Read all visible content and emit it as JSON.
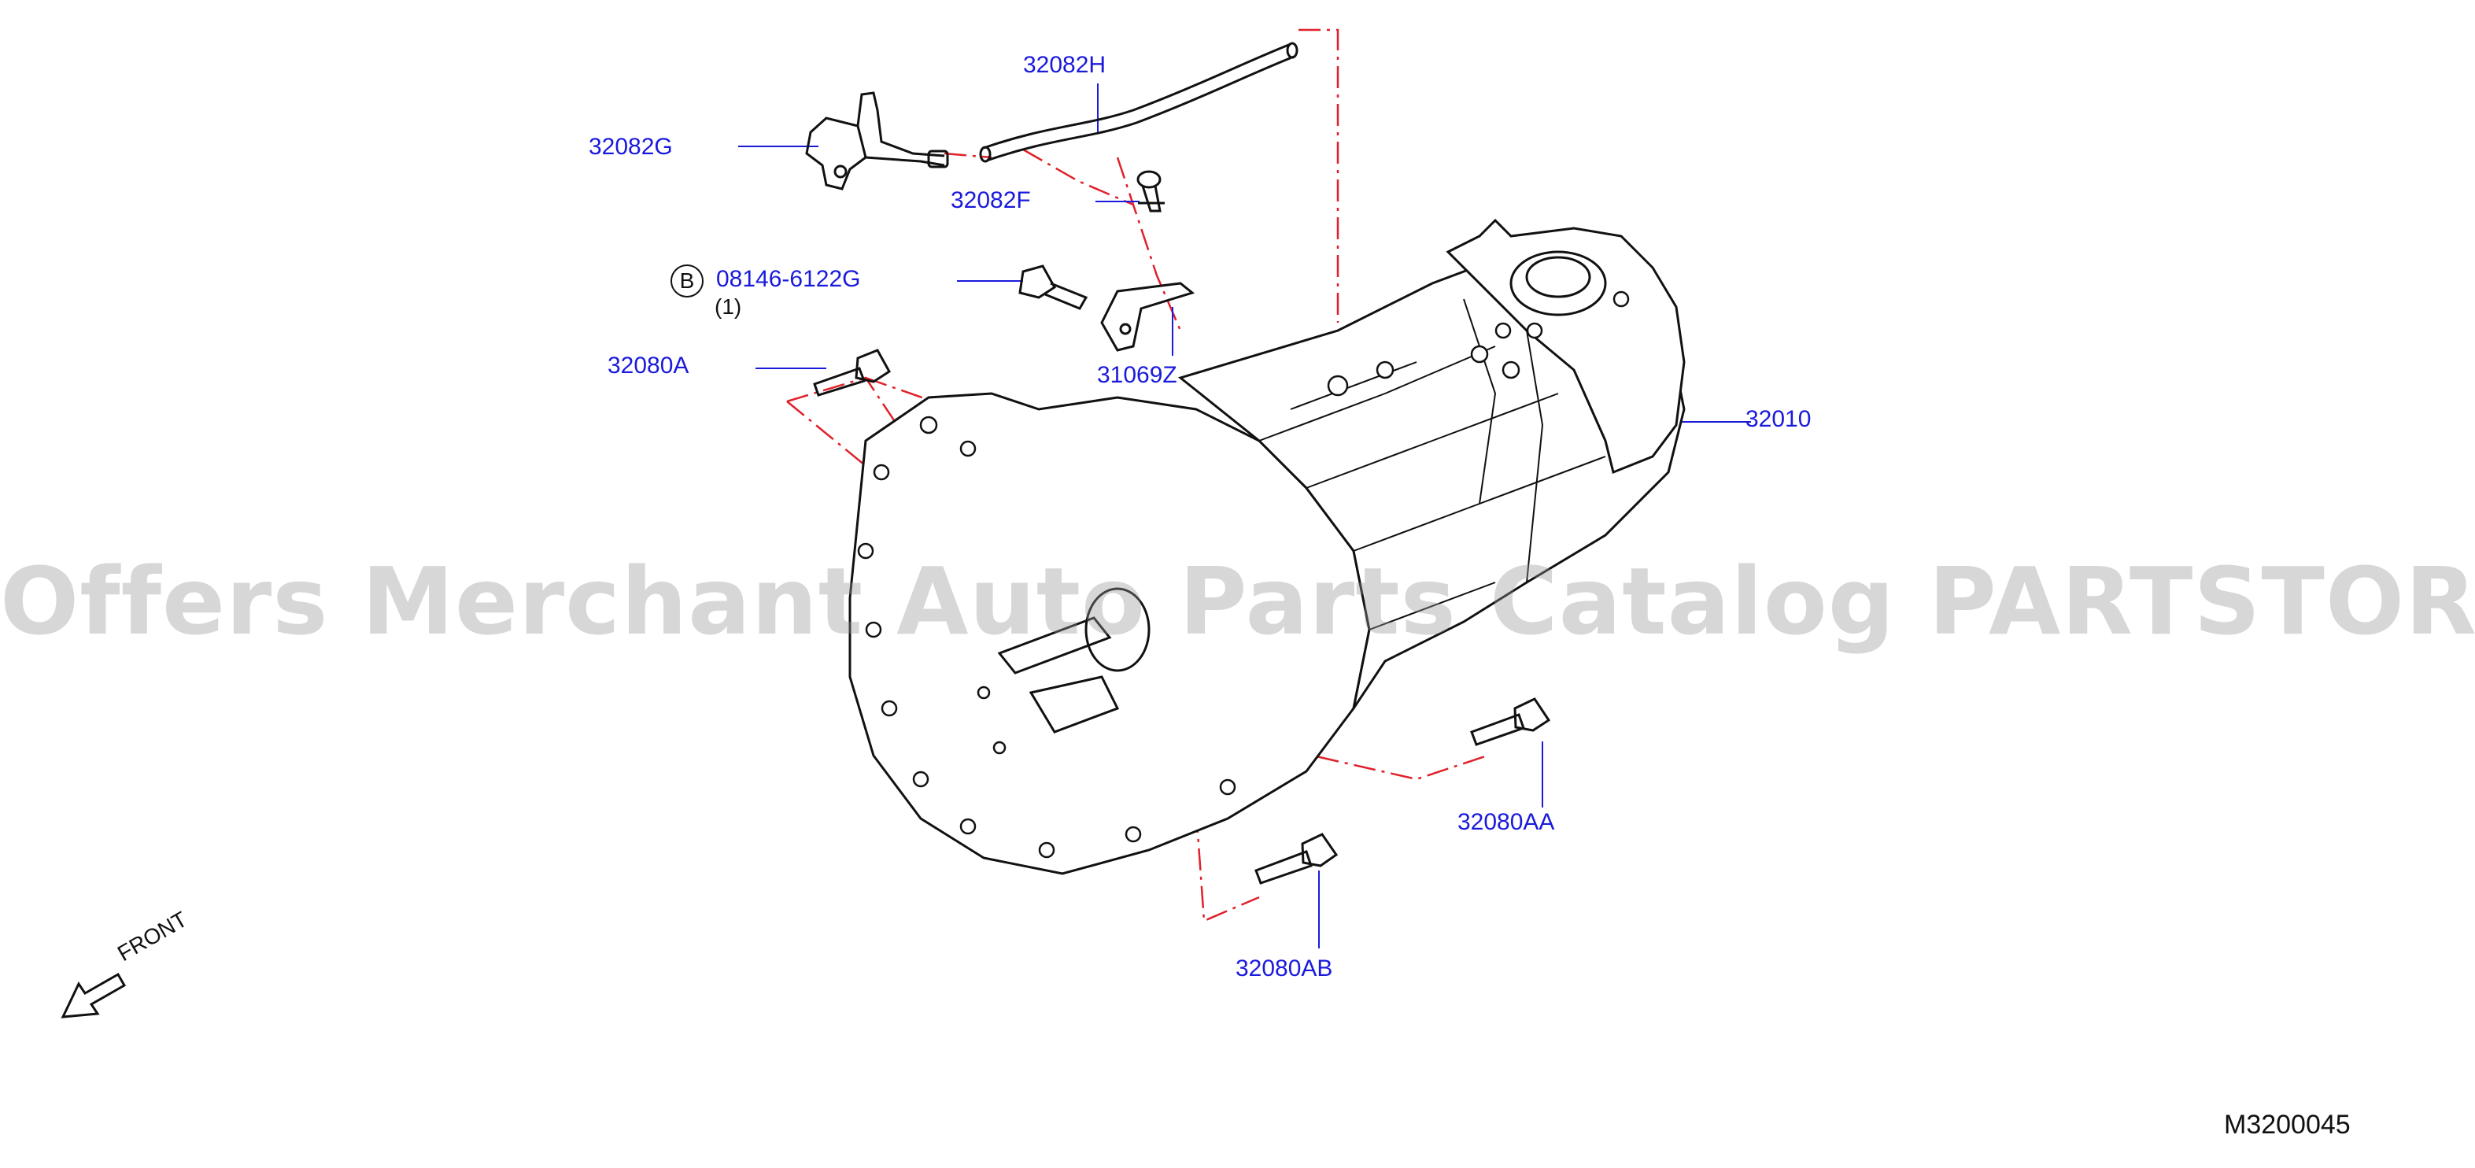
{
  "callouts": {
    "p32082H": "32082H",
    "p32082G": "32082G",
    "p32082F": "32082F",
    "p08146": "08146-6122G",
    "p08146_qty": "(1)",
    "p08146_badge": "B",
    "p31069Z": "31069Z",
    "p32080A": "32080A",
    "p32010": "32010",
    "p32080AA": "32080AA",
    "p32080AB": "32080AB"
  },
  "front_label": "FRONT",
  "diagram_code": "M3200045",
  "watermark": "Offers Merchant Auto Parts Catalog PARTSTORE.SA",
  "colors": {
    "callout_text": "#1a1adc",
    "leader_line": "#1a1adc",
    "dash_line": "#e0202a",
    "part_outline": "#111111",
    "watermark": "#969696"
  }
}
